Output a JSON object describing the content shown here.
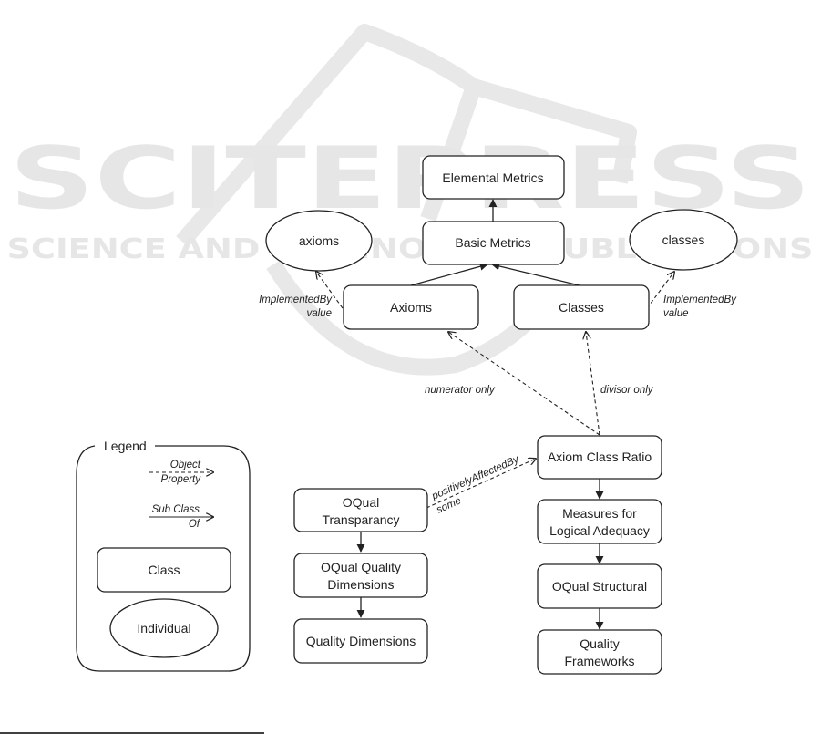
{
  "watermark": {
    "title": "SCITEPRESS",
    "subtitle": "SCIENCE AND TECHNOLOGY PUBLICATIONS"
  },
  "legend": {
    "title": "Legend",
    "object_property": [
      "Object",
      "Property"
    ],
    "subclass_of": [
      "Sub Class",
      "Of"
    ],
    "class_label": "Class",
    "individual_label": "Individual"
  },
  "nodes": {
    "elemental_metrics": {
      "label": [
        "Elemental Metrics"
      ],
      "kind": "class"
    },
    "basic_metrics": {
      "label": [
        "Basic Metrics"
      ],
      "kind": "class"
    },
    "axioms_class": {
      "label": [
        "Axioms"
      ],
      "kind": "class"
    },
    "classes_class": {
      "label": [
        "Classes"
      ],
      "kind": "class"
    },
    "axioms_individual": {
      "label": [
        "axioms"
      ],
      "kind": "individual"
    },
    "classes_individual": {
      "label": [
        "classes"
      ],
      "kind": "individual"
    },
    "axiom_class_ratio": {
      "label": [
        "Axiom Class Ratio"
      ],
      "kind": "class"
    },
    "measures_logical_adequacy": {
      "label": [
        "Measures for",
        "Logical Adequacy"
      ],
      "kind": "class"
    },
    "oqual_structural": {
      "label": [
        "OQual Structural"
      ],
      "kind": "class"
    },
    "quality_frameworks": {
      "label": [
        "Quality",
        "Frameworks"
      ],
      "kind": "class"
    },
    "oqual_transparancy": {
      "label": [
        "OQual",
        "Transparancy"
      ],
      "kind": "class"
    },
    "oqual_quality_dimensions": {
      "label": [
        "OQual Quality",
        "Dimensions"
      ],
      "kind": "class"
    },
    "quality_dimensions": {
      "label": [
        "Quality Dimensions"
      ],
      "kind": "class"
    }
  },
  "edges": [
    {
      "from": "basic_metrics",
      "to": "elemental_metrics",
      "type": "subclass"
    },
    {
      "from": "axioms_class",
      "to": "basic_metrics",
      "type": "subclass"
    },
    {
      "from": "classes_class",
      "to": "basic_metrics",
      "type": "subclass"
    },
    {
      "from": "axioms_class",
      "to": "axioms_individual",
      "type": "object_property",
      "label": [
        "ImplementedBy",
        "value"
      ]
    },
    {
      "from": "classes_class",
      "to": "classes_individual",
      "type": "object_property",
      "label": [
        "ImplementedBy",
        "value"
      ]
    },
    {
      "from": "axiom_class_ratio",
      "to": "axioms_class",
      "type": "object_property",
      "label": [
        "numerator only"
      ]
    },
    {
      "from": "axiom_class_ratio",
      "to": "classes_class",
      "type": "object_property",
      "label": [
        "divisor only"
      ]
    },
    {
      "from": "oqual_transparancy",
      "to": "axiom_class_ratio",
      "type": "object_property",
      "label": [
        "positivelyAffectedBy",
        "some"
      ]
    },
    {
      "from": "axiom_class_ratio",
      "to": "measures_logical_adequacy",
      "type": "subclass"
    },
    {
      "from": "measures_logical_adequacy",
      "to": "oqual_structural",
      "type": "subclass"
    },
    {
      "from": "oqual_structural",
      "to": "quality_frameworks",
      "type": "subclass"
    },
    {
      "from": "oqual_transparancy",
      "to": "oqual_quality_dimensions",
      "type": "subclass"
    },
    {
      "from": "oqual_quality_dimensions",
      "to": "quality_dimensions",
      "type": "subclass"
    }
  ]
}
